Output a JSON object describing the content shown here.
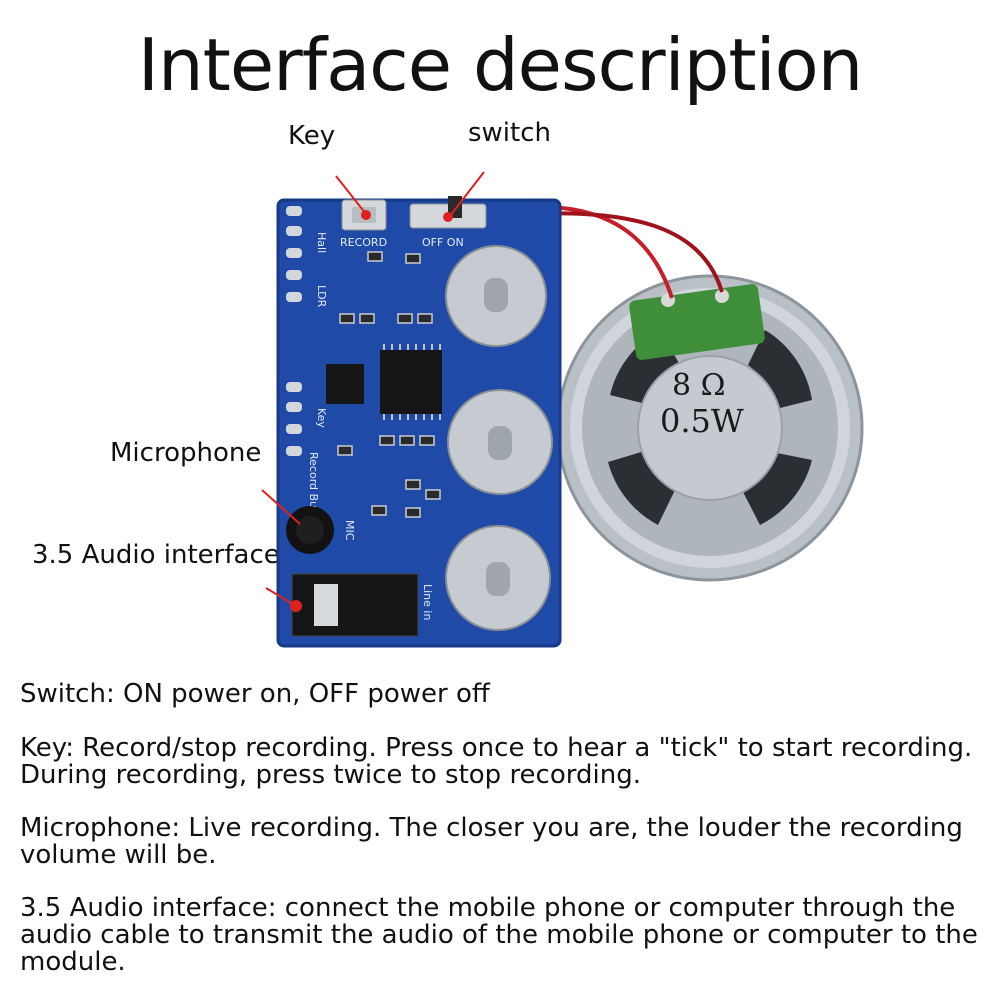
{
  "title": "Interface description",
  "callouts": {
    "key": "Key",
    "switch": "switch",
    "microphone": "Microphone",
    "audio": "3.5 Audio interface"
  },
  "board_labels": {
    "record": "RECORD",
    "off_on": "OFF  ON",
    "mic": "MIC",
    "line_in": "Line in",
    "record_busy": "Record Busy",
    "hall": "Hall",
    "ldr": "LDR",
    "key_label": "Key"
  },
  "speaker": {
    "impedance": "8 Ω",
    "power": "0.5W"
  },
  "descriptions": [
    "Switch: ON power on, OFF power off",
    "Key: Record/stop recording. Press once to hear a \"tick\" to start recording. During recording, press twice to stop recording.",
    "Microphone: Live recording. The closer you are, the louder the recording volume will be.",
    "3.5 Audio interface: connect the mobile phone or computer through the audio cable to transmit the audio of the mobile phone or computer to the module."
  ],
  "colors": {
    "pcb": "#1f4aa8",
    "pointer": "#e02020",
    "speaker_metal": "#c9cfd4",
    "wire": "#c81e2a"
  }
}
